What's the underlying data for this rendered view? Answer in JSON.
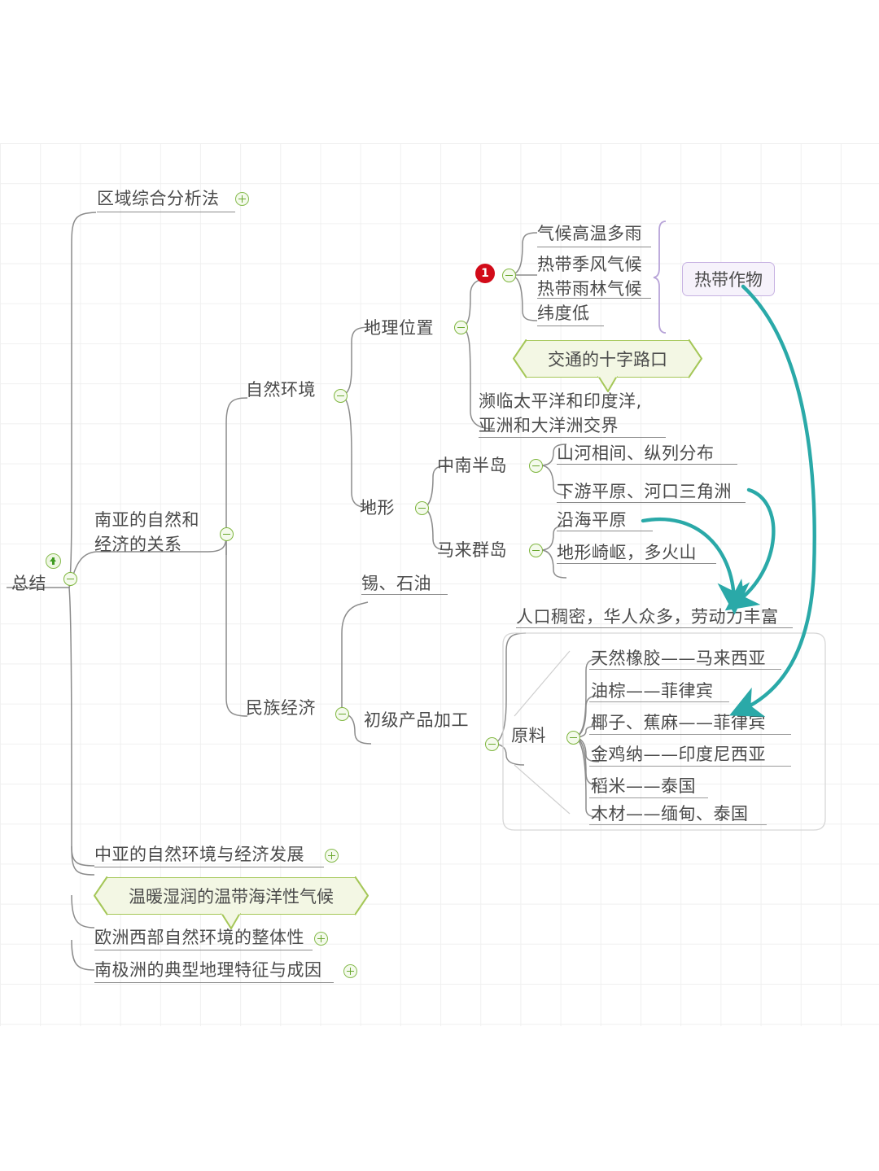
{
  "app": {
    "type": "mindmap",
    "title": "总结",
    "background": "#ffffff",
    "grid_color": "#f0f0f0"
  },
  "colors": {
    "text": "#4b4b4b",
    "branch_line": "#8c8c8c",
    "toggle_green": "#7fb63f",
    "badge_red": "#d20b19",
    "tag_purple_border": "#c7b2e2",
    "tag_purple_fill": "#f6f2fb",
    "callout_green_border": "#a5c758",
    "callout_green_fill": "#f3f7e4",
    "relation_arrow_teal": "#2aa9a8",
    "bracket_purple": "#b7a3d8"
  },
  "root": {
    "label": "总结",
    "toggle": "minus",
    "up_icon": "arrow-up-icon"
  },
  "nodes": {
    "region_method": "区域综合分析法",
    "south_asia": "南亚的自然和\n经济的关系",
    "natural_env": "自然环境",
    "geo_position": "地理位置",
    "climate_hot_rainy": "气候高温多雨",
    "climate_types": "热带季风气候\n热带雨林气候",
    "low_latitude": "纬度低",
    "crossroads": "交通的十字路口",
    "oceans": "濒临太平洋和印度洋,\n亚洲和大洋洲交界",
    "landform": "地形",
    "indochina": "中南半岛",
    "indochina_1": "山河相间、纵列分布",
    "indochina_2": "下游平原、河口三角洲",
    "malay": "马来群岛",
    "malay_1": "沿海平原",
    "malay_2": "地形崎岖，多火山",
    "tin_oil": "锡、石油",
    "national_economy": "民族经济",
    "primary_processing": "初级产品加工",
    "population": "人口稠密，华人众多，劳动力丰富",
    "raw_materials": "原料",
    "central_asia": "中亚的自然环境与经济发展",
    "oceanic_climate": "温暖湿润的温带海洋性气候",
    "west_europe": "欧洲西部自然环境的整体性",
    "antarctica": "南极洲的典型地理特征与成因"
  },
  "badges": {
    "tropical_crops": "热带作物",
    "note_number": "1"
  },
  "raw_material_items": [
    "天然橡胶——马来西亚",
    "油棕——菲律宾",
    "椰子、蕉麻——菲律宾",
    "金鸡纳——印度尼西亚",
    "稻米——泰国",
    "木材——缅甸、泰国"
  ]
}
